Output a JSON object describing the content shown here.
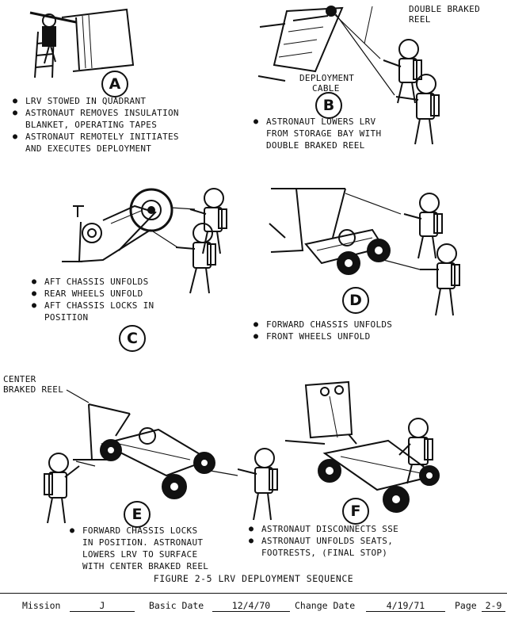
{
  "panels": {
    "a": {
      "letter": "A",
      "bullets": [
        {
          "text": "LRV STOWED IN QUADRANT",
          "cont": false
        },
        {
          "text": "ASTRONAUT REMOVES INSULATION",
          "cont": false
        },
        {
          "text": "BLANKET, OPERATING TAPES",
          "cont": true
        },
        {
          "text": "ASTRONAUT REMOTELY INITIATES",
          "cont": false
        },
        {
          "text": "AND EXECUTES DEPLOYMENT",
          "cont": true
        }
      ]
    },
    "b": {
      "letter": "B",
      "callout_reel": [
        "DOUBLE BRAKED",
        "REEL"
      ],
      "callout_cable": [
        "DEPLOYMENT",
        "CABLE"
      ],
      "bullets": [
        {
          "text": "ASTRONAUT LOWERS LRV",
          "cont": false
        },
        {
          "text": "FROM STORAGE BAY WITH",
          "cont": true
        },
        {
          "text": "DOUBLE BRAKED REEL",
          "cont": true
        }
      ]
    },
    "c": {
      "letter": "C",
      "bullets": [
        {
          "text": "AFT CHASSIS UNFOLDS",
          "cont": false
        },
        {
          "text": "REAR WHEELS UNFOLD",
          "cont": false
        },
        {
          "text": "AFT CHASSIS LOCKS IN",
          "cont": false
        },
        {
          "text": "POSITION",
          "cont": true
        }
      ]
    },
    "d": {
      "letter": "D",
      "bullets": [
        {
          "text": "FORWARD CHASSIS UNFOLDS",
          "cont": false
        },
        {
          "text": "FRONT WHEELS UNFOLD",
          "cont": false
        }
      ]
    },
    "e": {
      "letter": "E",
      "callout_reel": [
        "CENTER",
        "BRAKED REEL"
      ],
      "bullets": [
        {
          "text": "FORWARD CHASSIS LOCKS",
          "cont": false
        },
        {
          "text": "IN POSITION.  ASTRONAUT",
          "cont": true
        },
        {
          "text": "LOWERS LRV TO SURFACE",
          "cont": true
        },
        {
          "text": "WITH CENTER BRAKED REEL",
          "cont": true
        }
      ]
    },
    "f": {
      "letter": "F",
      "bullets": [
        {
          "text": "ASTRONAUT DISCONNECTS SSE",
          "cont": false
        },
        {
          "text": "ASTRONAUT UNFOLDS SEATS,",
          "cont": false
        },
        {
          "text": "FOOTRESTS, (FINAL STOP)",
          "cont": true
        }
      ]
    }
  },
  "figure_caption": "FIGURE 2-5  LRV DEPLOYMENT SEQUENCE",
  "footer": {
    "mission_label": "Mission",
    "mission_value": "J",
    "basic_date_label": "Basic Date",
    "basic_date_value": "12/4/70",
    "change_date_label": "Change Date",
    "change_date_value": "4/19/71",
    "page_label": "Page",
    "page_value": "2-9"
  }
}
